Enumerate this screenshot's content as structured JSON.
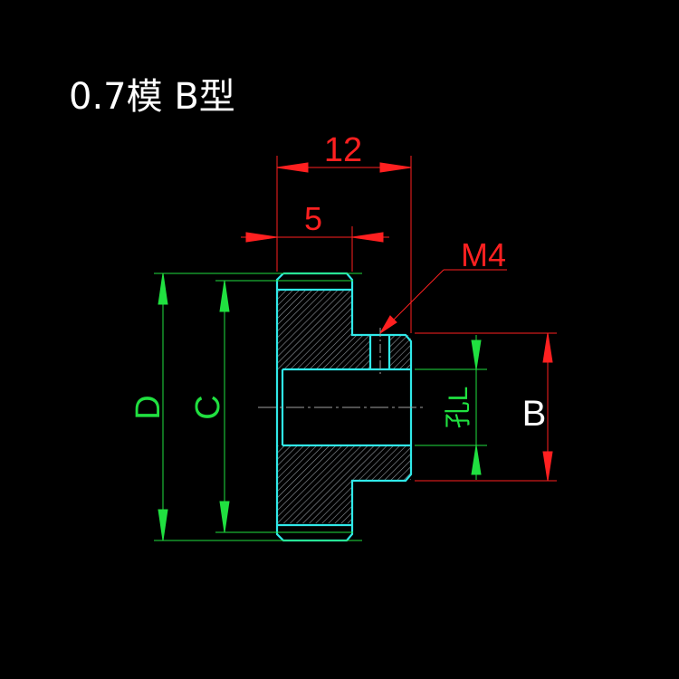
{
  "title": "0.7模 B型",
  "dimensions": {
    "overall_length": "12",
    "hub_offset": "5",
    "thread": "M4",
    "outer_diameter": "D",
    "pitch_diameter": "C",
    "bore": "孔L",
    "hub_diameter": "B"
  },
  "colors": {
    "background": "#000000",
    "outline": "#30e8e8",
    "dimension_red": "#ff2020",
    "dimension_green": "#20e040",
    "hatch": "#9aa0a6",
    "text": "#ffffff"
  }
}
